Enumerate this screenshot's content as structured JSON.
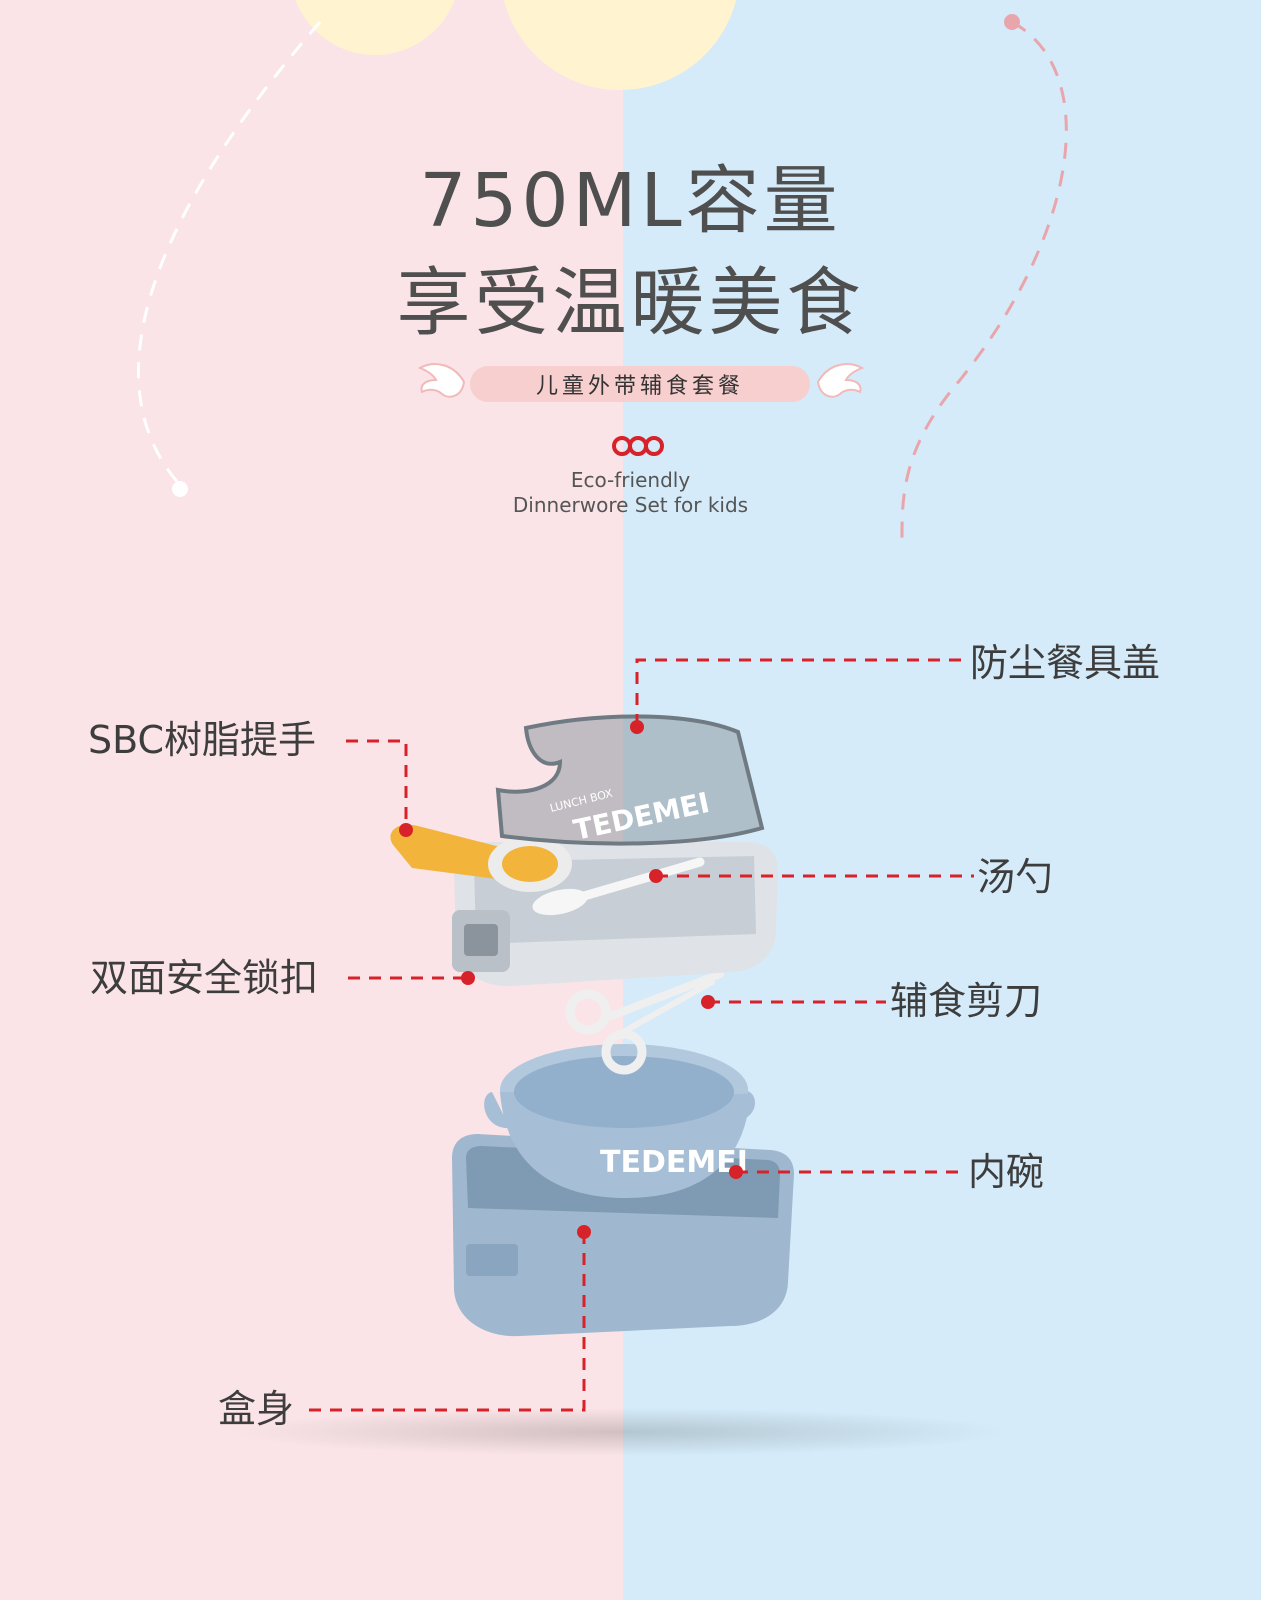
{
  "headline": {
    "line1": "750ML容量",
    "line2": "享受温暖美食"
  },
  "tagline": "儿童外带辅食套餐",
  "eco": {
    "line1": "Eco-friendly",
    "line2": "Dinnerwore Set for kids"
  },
  "product_print": {
    "lid_text": "LUNCH BOX",
    "brand_text": "TEDEMEI"
  },
  "parts": {
    "sbc_handle": "SBC树脂提手",
    "dust_cover": "防尘餐具盖",
    "spoon": "汤勺",
    "double_lock": "双面安全锁扣",
    "food_scissors": "辅食剪刀",
    "inner_bowl": "内碗",
    "box_body": "盒身"
  },
  "colors": {
    "pink_bg": "#fae4e7",
    "blue_bg": "#d5ebf9",
    "accent_red": "#d8222a",
    "pill": "#f8cfcf",
    "body_blue": "#a6c0d8",
    "handle_yellow": "#f2b43a"
  }
}
